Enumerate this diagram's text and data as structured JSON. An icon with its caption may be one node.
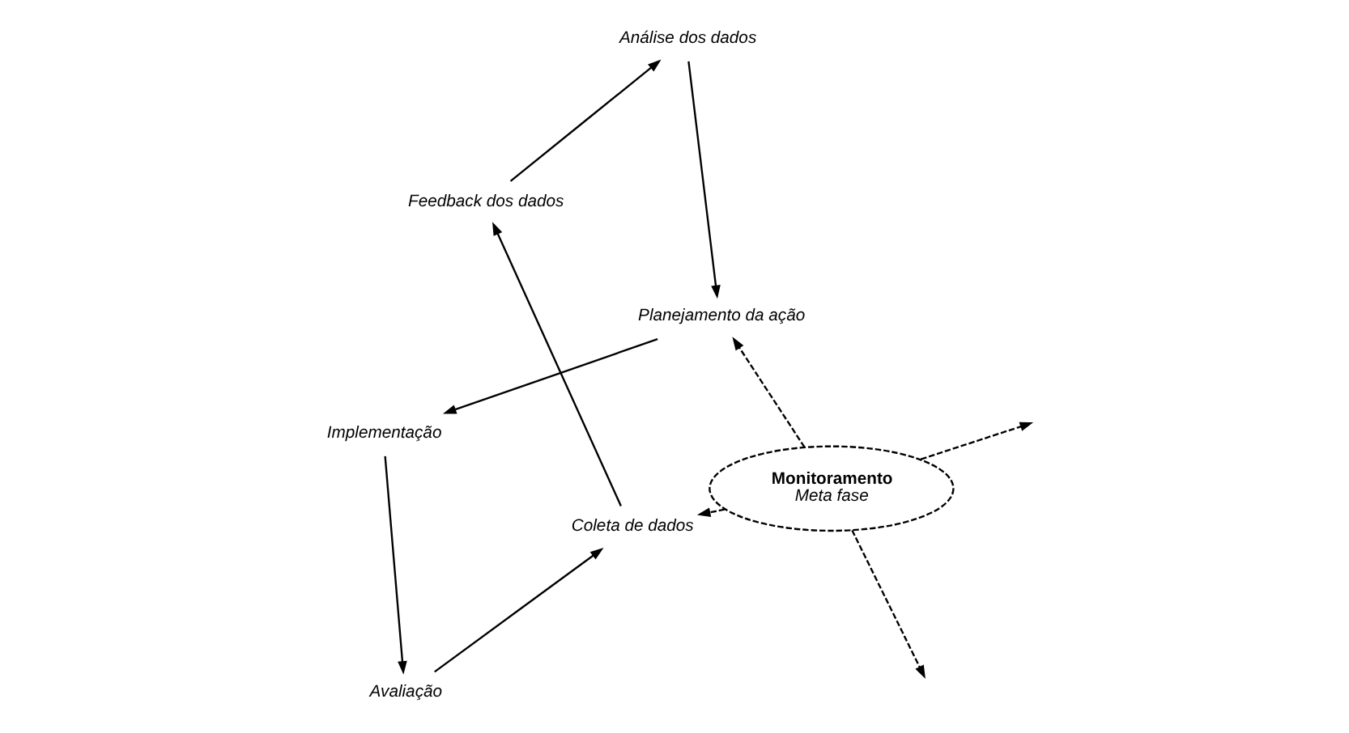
{
  "diagram": {
    "nodes": [
      {
        "text": [
          "Monitoramento",
          "Meta fase"
        ]
      },
      {
        "text": [
          "Coleta de dados"
        ]
      },
      {
        "text": [
          "Feedback dos dados"
        ]
      },
      {
        "text": [
          "Análise dos dados"
        ]
      },
      {
        "text": [
          "Planejamento da ação"
        ]
      },
      {
        "text": [
          "Implementação"
        ]
      },
      {
        "text": [
          "Avaliação"
        ]
      }
    ],
    "edges": [
      {
        "from": 1,
        "to": 2,
        "arrow": "to"
      },
      {
        "from": 2,
        "to": 3,
        "arrow": "to"
      },
      {
        "from": 3,
        "to": 4,
        "arrow": "to"
      },
      {
        "from": 4,
        "to": 5,
        "arrow": "to"
      },
      {
        "from": 5,
        "to": 6,
        "arrow": "to"
      },
      {
        "from": 6,
        "to": 1,
        "arrow": "to"
      },
      {
        "from": 0,
        "to": 1,
        "arrow": "to",
        "style": "dashed"
      },
      {
        "from": 0,
        "to": null,
        "arrow": "to",
        "style": "dashed"
      },
      {
        "from": 0,
        "to": 4,
        "arrow": "to",
        "style": "dashed"
      },
      {
        "from": 0,
        "to": null,
        "arrow": "to",
        "style": "dashed"
      }
    ]
  }
}
